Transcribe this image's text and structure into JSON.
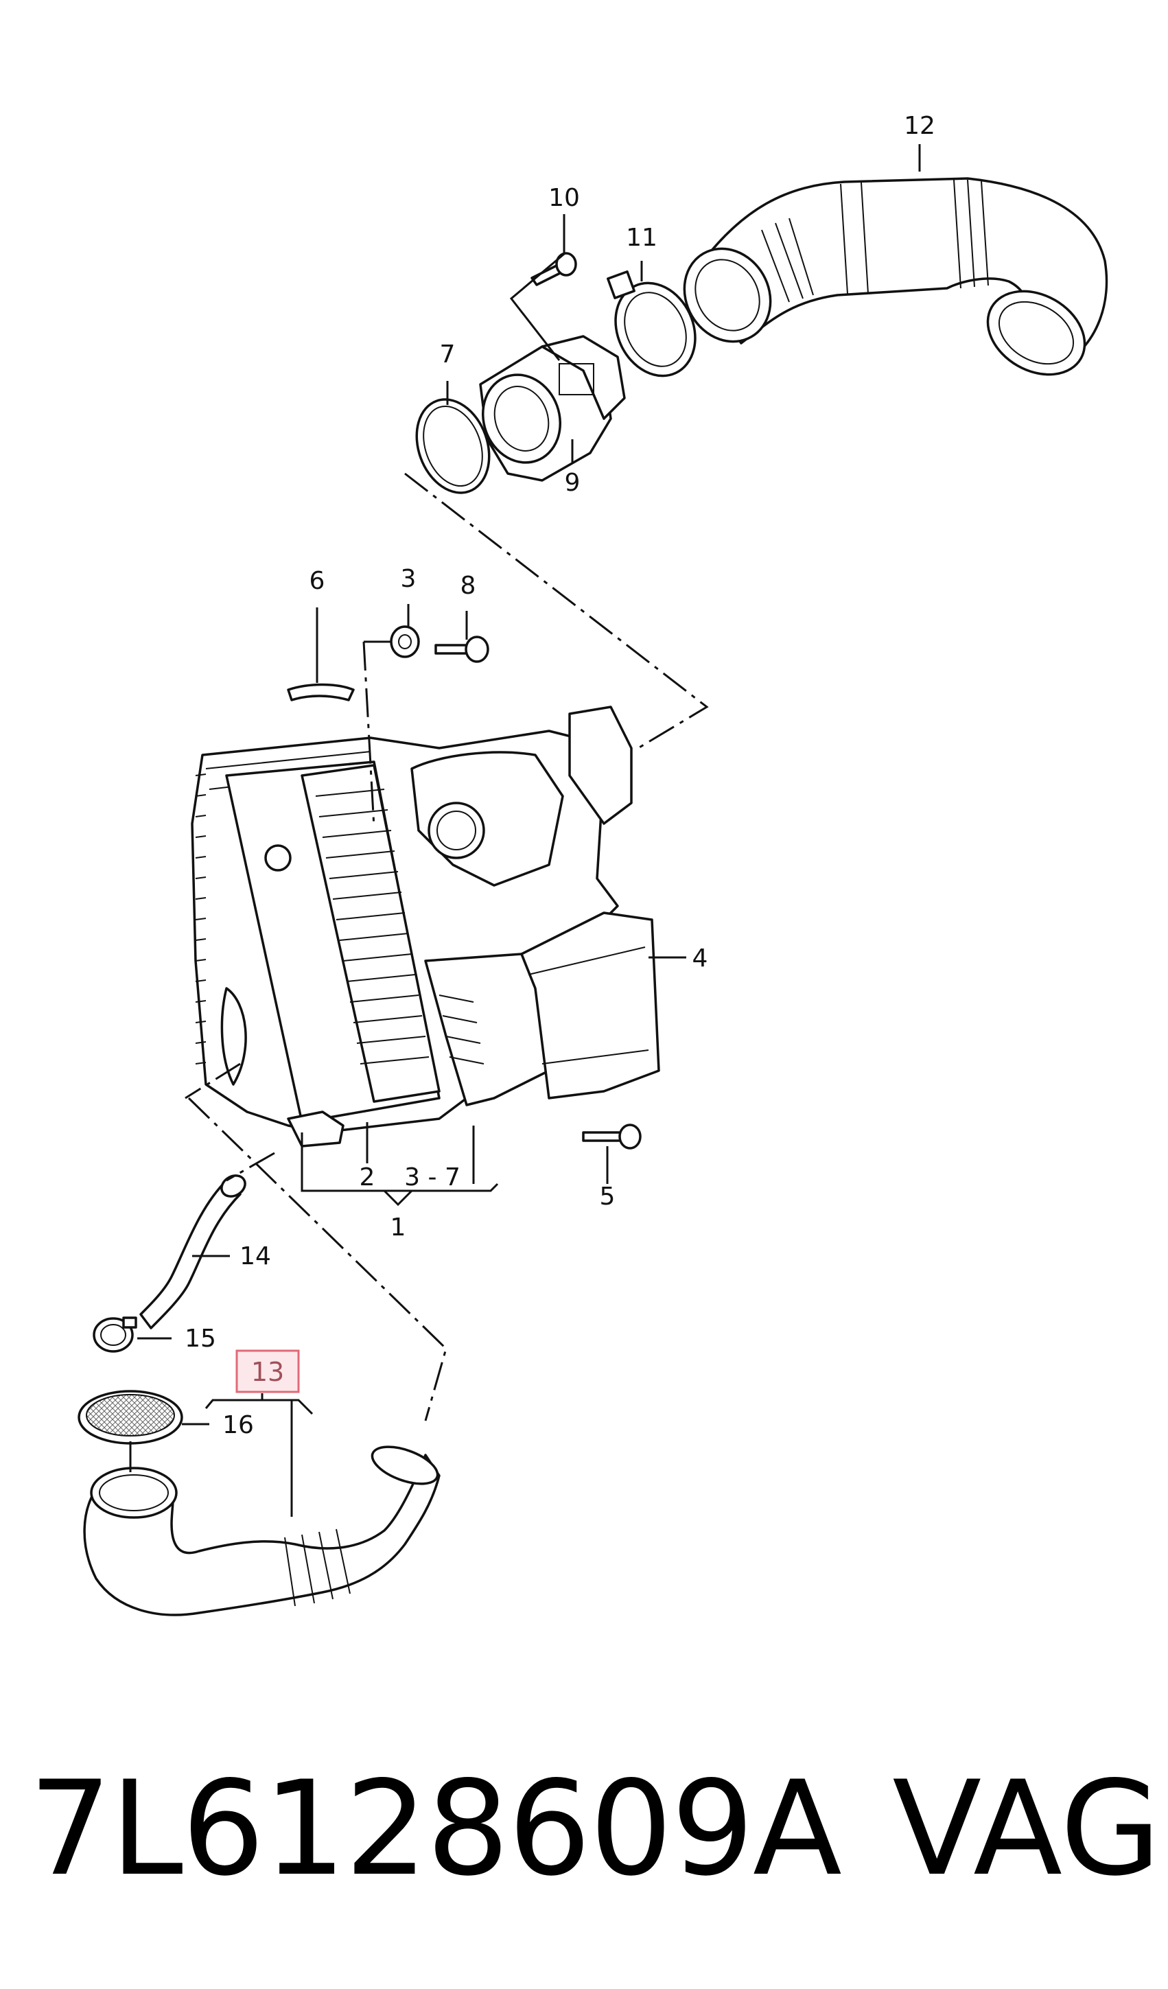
{
  "callouts": {
    "c1": "1",
    "c2": "2",
    "c3": "3",
    "c3_7": "3 - 7",
    "c4": "4",
    "c5": "5",
    "c6": "6",
    "c7": "7",
    "c8": "8",
    "c9": "9",
    "c10": "10",
    "c11": "11",
    "c12": "12",
    "c13": "13",
    "c14": "14",
    "c15": "15",
    "c16": "16"
  },
  "highlight": {
    "label": "13",
    "color": "#e06a78"
  },
  "footer": {
    "part_number": "7L6128609A",
    "brand": "VAG"
  }
}
